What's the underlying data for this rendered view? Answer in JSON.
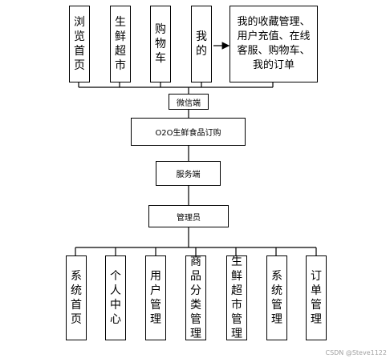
{
  "top_modules": [
    {
      "label": "浏览首页"
    },
    {
      "label": "生鲜超市"
    },
    {
      "label": "购物车"
    },
    {
      "label": "我的"
    }
  ],
  "my_note": "我的收藏管理、用户充值、在线客服、购物车、我的订单",
  "wechat": "微信端",
  "system": "O2O生鲜食品订购",
  "server": "服务端",
  "admin": "管理员",
  "admin_modules": [
    {
      "label": "系统首页"
    },
    {
      "label": "个人中心"
    },
    {
      "label": "用户管理"
    },
    {
      "label": "商品分类管理"
    },
    {
      "label": "生鲜超市管理"
    },
    {
      "label": "系统管理"
    },
    {
      "label": "订单管理"
    }
  ],
  "watermark": "CSDN @Steve1122"
}
